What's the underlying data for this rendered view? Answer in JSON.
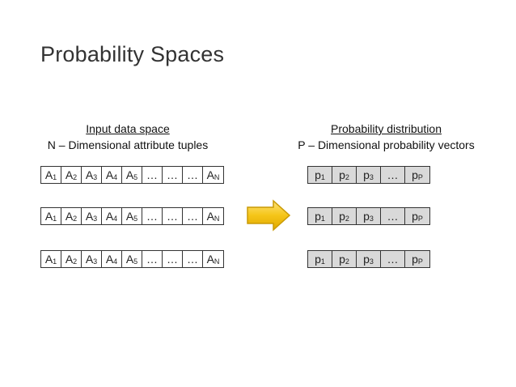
{
  "title": "Probability Spaces",
  "left_heading": {
    "line1": "Input data space",
    "line2": "N – Dimensional attribute tuples"
  },
  "right_heading": {
    "line1": "Probability distribution",
    "line2": "P – Dimensional probability vectors"
  },
  "attribute_row": [
    {
      "base": "A",
      "sub": "1"
    },
    {
      "base": "A",
      "sub": "2"
    },
    {
      "base": "A",
      "sub": "3"
    },
    {
      "base": "A",
      "sub": "4"
    },
    {
      "base": "A",
      "sub": "5"
    },
    {
      "base": "…",
      "sub": ""
    },
    {
      "base": "…",
      "sub": ""
    },
    {
      "base": "…",
      "sub": ""
    },
    {
      "base": "A",
      "sub": "N"
    }
  ],
  "probability_row": [
    {
      "base": "p",
      "sub": "1"
    },
    {
      "base": "p",
      "sub": "2"
    },
    {
      "base": "p",
      "sub": "3"
    },
    {
      "base": "…",
      "sub": ""
    },
    {
      "base": "p",
      "sub": "P"
    }
  ],
  "colors": {
    "arrow_fill": "#f5c518",
    "arrow_stroke": "#c99a06",
    "prob_fill": "#d9d9d9"
  },
  "icons": {
    "arrow": "right-arrow-icon"
  }
}
